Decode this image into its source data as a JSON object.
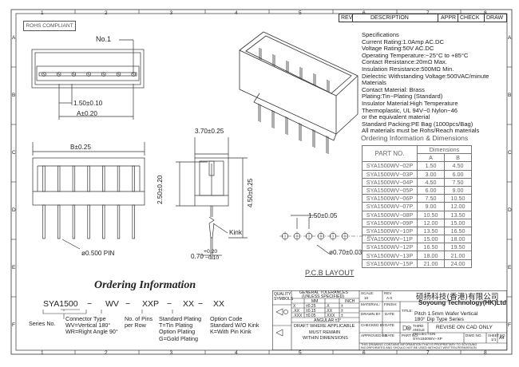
{
  "border": {
    "columns": [
      "1",
      "2",
      "3",
      "4",
      "5",
      "6",
      "7",
      "8"
    ],
    "rows": [
      "A",
      "B",
      "C",
      "D",
      "E",
      "F"
    ]
  },
  "rev_header": {
    "rev": "REV",
    "description": "DESCRIPTION",
    "appr": "APPR",
    "check": "CHECK",
    "draw": "DRAW"
  },
  "rohs_label": "ROHS COMPLIANT",
  "top_view": {
    "no1": "No.1",
    "pitch_dim": "1.50±0.10",
    "a_dim": "A±0.20"
  },
  "front_view": {
    "b_dim": "B±0.25",
    "pin_label": "ø0.500 PIN"
  },
  "side_view": {
    "width_dim": "3.70±0.25",
    "height1": "2.50±0.20",
    "height2": "4.50±0.25",
    "kink": "Kink",
    "pin_len_main": "0.70",
    "pin_len_plus": "+0.20",
    "pin_len_minus": "−0.10"
  },
  "pcb": {
    "pitch": "1.50±0.05",
    "hole": "ø0.70±0.03",
    "title": "P.C.B LAYOUT"
  },
  "specs": [
    "Specifications",
    "Current Rating:1.0Amp AC.DC",
    "Voltage Rating:50V AC.DC",
    "Operating Temperature:−25°C to +85°C",
    "Contact Resistance:20mΩ Max.",
    "Insulation Resistance:500MΩ Min.",
    "Dielectric Withstanding Voltage:500VAC/minute",
    "Materials",
    "Contact Material: Brass",
    "Plating:Tin−Plating (Standard)",
    "Insulator Material:High Temperature",
    "Thermoplastic, UL 94V−0 Nylon−46",
    "or the equivalent material",
    "Standard Packing:PE Bag (1000pcs/Bag)",
    "All materials must be Rohs/Reach materials"
  ],
  "dimensions": {
    "heading": "Ordering Information & Dimensions",
    "part_no_header": "PART NO.",
    "dims_header": "Dimensions",
    "col_a": "A",
    "col_b": "B",
    "rows": [
      [
        "SYA1500WV−02P",
        "1.50",
        "4.50"
      ],
      [
        "SYA1500WV−03P",
        "3.00",
        "6.00"
      ],
      [
        "SYA1500WV−04P",
        "4.50",
        "7.50"
      ],
      [
        "SYA1500WV−05P",
        "6.00",
        "9.00"
      ],
      [
        "SYA1500WV−06P",
        "7.50",
        "10.50"
      ],
      [
        "SYA1500WV−07P",
        "9.00",
        "12.00"
      ],
      [
        "SYA1500WV−08P",
        "10.50",
        "13.50"
      ],
      [
        "SYA1500WV−09P",
        "12.00",
        "15.00"
      ],
      [
        "SYA1500WV−10P",
        "13.50",
        "16.50"
      ],
      [
        "SYA1500WV−11P",
        "15.00",
        "18.00"
      ],
      [
        "SYA1500WV−12P",
        "16.50",
        "19.50"
      ],
      [
        "SYA1500WV−13P",
        "18.00",
        "21.00"
      ],
      [
        "SYA1500WV−15P",
        "21.00",
        "24.00"
      ]
    ]
  },
  "ordering": {
    "title": "Ordering Information",
    "code_parts": [
      "SYA1500",
      "−",
      "WV",
      "−",
      "XXP",
      "−",
      "XX",
      "−",
      "XX"
    ],
    "series": "Series No.",
    "conn_type": [
      "Connector Type",
      "WV=Vertical 180°",
      "WR=Right Angle 90°"
    ],
    "pins": [
      "No. of Pins",
      "per Row"
    ],
    "plating": [
      "Standard Plating",
      "T=Tin Plating",
      "Option Plating",
      "G=Gold Plating"
    ],
    "option": [
      "Option Code",
      "Standard W/O Kink",
      "K=With Pin Kink"
    ]
  },
  "title_block": {
    "quality": "QUALITY",
    "symbols": "SYMBOLS",
    "tol_header1": "GENERAL TOLERANCES",
    "tol_header2": "(UNLESS SPECIFIED)",
    "mm": "MM",
    "inch": "INCH",
    "tol_rows": [
      [
        "X",
        "±0.25",
        ".X",
        "±"
      ],
      [
        ".XX",
        "±0.15",
        ".XX",
        "±"
      ],
      [
        ".XXX",
        "±0.05",
        ".XXX",
        "±"
      ]
    ],
    "angular": "ANGULAR ±3°",
    "draft": "DRAFT WHERE APPLICABLE",
    "must1": "MUST REMAIN",
    "must2": "WITHIN DIMENSIONS",
    "scale_label": "SCALE:",
    "scale_val": "16",
    "rev_label": "REV",
    "rev_val": "A.0",
    "material": "MATERIAL:",
    "finish": "FINISH:",
    "drawn": "DRAWN BY",
    "date": "DATE",
    "checked": "CHECKED BY",
    "approved": "APPROVED BY",
    "company_cn": "硕扬科技(香港)有限公司",
    "company_en": "Soyoung Technology(HK)Ltd",
    "title_label": "TITLE:",
    "title1": "Pitch 1.5mm Wafer Vertical",
    "title2": "180° Dip Type Series",
    "third_angle": "THIRD ANGLE PROJECTION",
    "revise": "REVISE ON CAD ONLY",
    "part_no_label": "PART NO.",
    "part_no": "SYA1500WV−XP",
    "dwg_no_label": "DWG NO.",
    "sheet_label": "SHEET NO.",
    "sheet": "1/1",
    "size": "A4",
    "footer1": "THIS DRAWING CONTAINS INFORMATION THAT IS PROPRIETARY TO SOYOUNG",
    "footer2": "INCORPORATED AND SHOULD NOT BE USED WITHOUT WRITTEN PERMISSION"
  }
}
